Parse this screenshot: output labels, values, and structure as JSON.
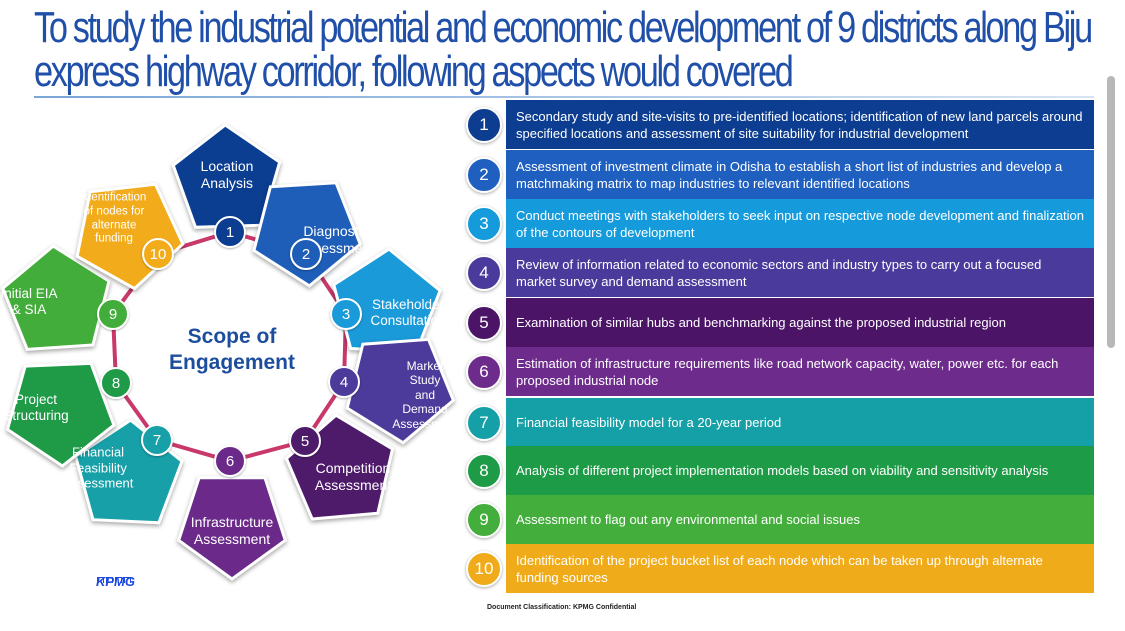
{
  "title_lines": [
    "To study the industrial potential and economic development of 9 districts along Biju",
    "express highway corridor, following aspects would covered"
  ],
  "center_label": [
    "Scope of",
    "Engagement"
  ],
  "nodes": [
    {
      "num": "1",
      "label": [
        "Location",
        "Analysis"
      ],
      "color": "#0b3d91"
    },
    {
      "num": "2",
      "label": [
        "Diagnostic",
        "Assessment"
      ],
      "color": "#1e5eb8"
    },
    {
      "num": "3",
      "label": [
        "Stakeholder",
        "Consultation"
      ],
      "color": "#1a9ad9"
    },
    {
      "num": "4",
      "label": [
        "Market Study",
        "and Demand",
        "Assessment"
      ],
      "color": "#4c3b9a"
    },
    {
      "num": "5",
      "label": [
        "Competition",
        "Assessment"
      ],
      "color": "#4e1a6a"
    },
    {
      "num": "6",
      "label": [
        "Infrastructure",
        "Assessment"
      ],
      "color": "#6b2a8a"
    },
    {
      "num": "7",
      "label": [
        "Financial",
        "Feasibility",
        "Assessment"
      ],
      "color": "#17a0a8"
    },
    {
      "num": "8",
      "label": [
        "Project",
        "Structuring"
      ],
      "color": "#1f9a47"
    },
    {
      "num": "9",
      "label": [
        "Initial EIA",
        "& SIA"
      ],
      "color": "#43ad3b"
    },
    {
      "num": "10",
      "label": [
        "Identification",
        "of nodes for",
        "alternate",
        "funding"
      ],
      "color": "#f2ac1b"
    }
  ],
  "rows": [
    {
      "num": "1",
      "color": "#0c3d91",
      "text": "Secondary study and site-visits to pre-identified locations; identification of new land parcels around specified locations and assessment of site suitability for industrial development"
    },
    {
      "num": "2",
      "color": "#1f5fbf",
      "text": "Assessment of investment climate in Odisha to establish a short list of industries and develop a matchmaking matrix to map industries to relevant identified locations"
    },
    {
      "num": "3",
      "color": "#159bdc",
      "text": "Conduct meetings with stakeholders to seek input on respective node development and finalization of the contours of development"
    },
    {
      "num": "4",
      "color": "#4a3a9c",
      "text": "Review of information related to economic sectors and industry types to carry out a focused market survey and demand assessment"
    },
    {
      "num": "5",
      "color": "#4b1467",
      "text": "Examination of similar hubs and benchmarking against the proposed industrial region"
    },
    {
      "num": "6",
      "color": "#6d2b8b",
      "text": "Estimation of infrastructure requirements like road network capacity, water, power etc. for each proposed industrial node"
    },
    {
      "num": "7",
      "color": "#14a0a6",
      "text": "Financial feasibility model for a 20-year period"
    },
    {
      "num": "8",
      "color": "#1e9b46",
      "text": "Analysis of different project implementation models based on viability and sensitivity analysis"
    },
    {
      "num": "9",
      "color": "#44ae3c",
      "text": "Assessment to flag out any environmental and social issues"
    },
    {
      "num": "10",
      "color": "#f0ab1a",
      "text": "Identification of the project bucket list of each node which can be taken up through alternate funding sources"
    }
  ],
  "logo_text": "KPMG",
  "footer_text": "Document Classification: KPMG Confidential",
  "accent_ring_color": "#c8386b"
}
